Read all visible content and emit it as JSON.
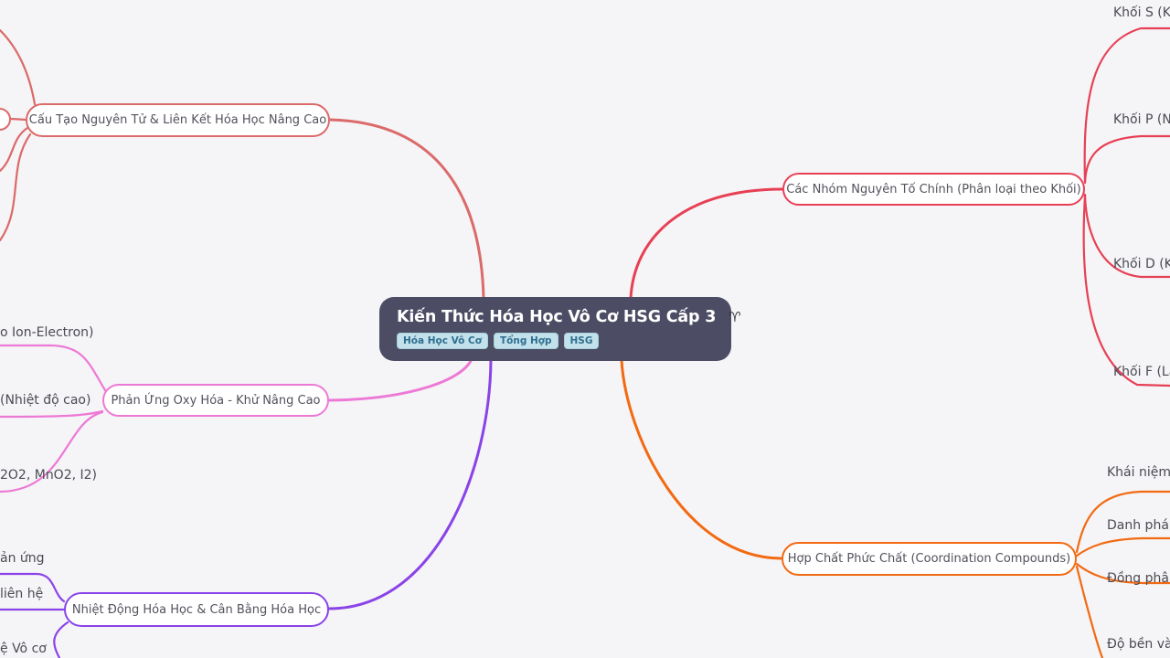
{
  "app": {
    "type": "mind-map"
  },
  "colors": {
    "background": "#f5f4f6",
    "center_bg": "#4c4c65",
    "center_text": "#ffffff",
    "tag_bg": "#c3e1eb",
    "tag_text": "#2e6f8f",
    "node_text": "#52525c",
    "branch_cau_tao": "#db6a6a",
    "branch_phan_ung": "#ed79d6",
    "branch_nhiet_dong": "#8a43e8",
    "branch_cac_nhom": "#e74055",
    "branch_hop_chat": "#f26a12"
  },
  "center": {
    "title": "Kiến Thức Hóa Học Vô Cơ HSG Cấp 3",
    "brain_icon": "brain-emoji",
    "figure_glyph": "♈",
    "tags": [
      "Hóa Học Vô Cơ",
      "Tổng Hợp",
      "HSG"
    ]
  },
  "branches": {
    "cau_tao": {
      "label": "Cấu Tạo Nguyên Tử & Liên Kết Hóa Học Nâng Cao"
    },
    "phan_ung": {
      "label": "Phản Ứng Oxy Hóa - Khử Nâng Cao",
      "children": [
        "o Ion-Electron)",
        "(Nhiệt độ cao)",
        "2O2, MnO2, I2)"
      ]
    },
    "nhiet_dong": {
      "label": "Nhiệt Động Hóa Học & Cân Bằng Hóa Học",
      "children": [
        "ản ứng",
        "liên hệ",
        "ệ Vô cơ"
      ]
    },
    "cac_nhom": {
      "label": "Các Nhóm Nguyên Tố Chính (Phân loại theo Khối)",
      "children": [
        "Khối S (Kim",
        "Khối P (Nit",
        "Khối D (Kim",
        "Khối F (Lan"
      ]
    },
    "hop_chat": {
      "label": "Hợp Chất Phức Chất (Coordination Compounds)",
      "children": [
        "Khái niệm c",
        "Danh pháp I",
        "Đồng phân l",
        "Độ bền và T"
      ]
    }
  }
}
